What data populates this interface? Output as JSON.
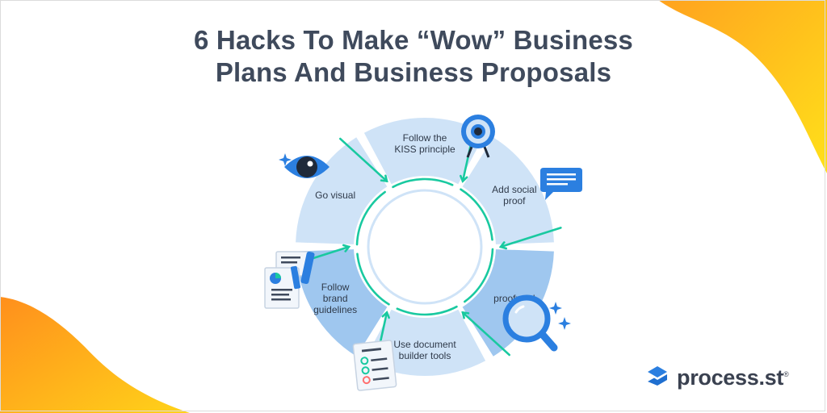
{
  "title": {
    "line1": "6 Hacks To Make “Wow” Business",
    "line2": "Plans And Business Proposals"
  },
  "steps": [
    {
      "lines": [
        "Follow the",
        "KISS principle"
      ],
      "icon": "target-icon"
    },
    {
      "lines": [
        "Add social",
        "proof"
      ],
      "icon": "chat-bubble-icon"
    },
    {
      "lines": [
        "proofread"
      ],
      "icon": "magnifier-icon"
    },
    {
      "lines": [
        "Use document",
        "builder tools"
      ],
      "icon": "checklist-icon"
    },
    {
      "lines": [
        "Follow",
        "brand",
        "guidelines"
      ],
      "icon": "brand-documents-icon"
    },
    {
      "lines": [
        "Go visual"
      ],
      "icon": "eye-icon"
    }
  ],
  "logo": {
    "text": "process.st",
    "mark": "®"
  },
  "colors": {
    "title": "#3f4a5c",
    "segment_light": "#cfe3f7",
    "segment_dark": "#9fc7ef",
    "arrow": "#19c9a0",
    "accent_blue": "#2b7fe0",
    "corner_orange": "#ff9a1f",
    "corner_yellow": "#ffd21c"
  }
}
